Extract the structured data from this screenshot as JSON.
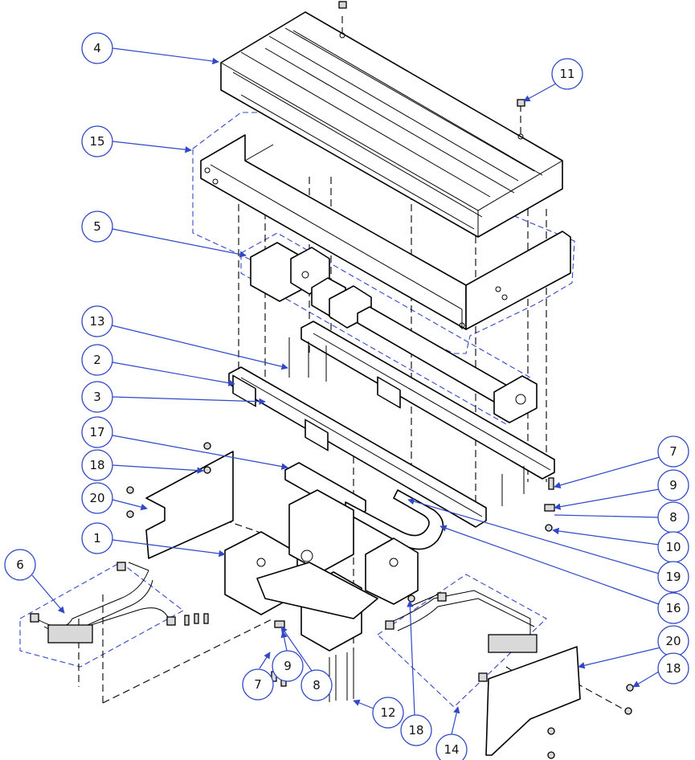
{
  "diagram": {
    "title": "Exploded assembly drawing",
    "callouts": [
      {
        "id": "c4",
        "label": "4"
      },
      {
        "id": "c11",
        "label": "11"
      },
      {
        "id": "c15",
        "label": "15"
      },
      {
        "id": "c5",
        "label": "5"
      },
      {
        "id": "c13",
        "label": "13"
      },
      {
        "id": "c2",
        "label": "2"
      },
      {
        "id": "c3",
        "label": "3"
      },
      {
        "id": "c17",
        "label": "17"
      },
      {
        "id": "c18a",
        "label": "18"
      },
      {
        "id": "c20a",
        "label": "20"
      },
      {
        "id": "c1",
        "label": "1"
      },
      {
        "id": "c6",
        "label": "6"
      },
      {
        "id": "c7a",
        "label": "7"
      },
      {
        "id": "c9a",
        "label": "9"
      },
      {
        "id": "c8a",
        "label": "8"
      },
      {
        "id": "c10",
        "label": "10"
      },
      {
        "id": "c19",
        "label": "19"
      },
      {
        "id": "c16",
        "label": "16"
      },
      {
        "id": "c20b",
        "label": "20"
      },
      {
        "id": "c18b",
        "label": "18"
      },
      {
        "id": "c8b",
        "label": "8"
      },
      {
        "id": "c9b",
        "label": "9"
      },
      {
        "id": "c7b",
        "label": "7"
      },
      {
        "id": "c12",
        "label": "12"
      },
      {
        "id": "c18c",
        "label": "18"
      },
      {
        "id": "c14",
        "label": "14"
      }
    ]
  }
}
